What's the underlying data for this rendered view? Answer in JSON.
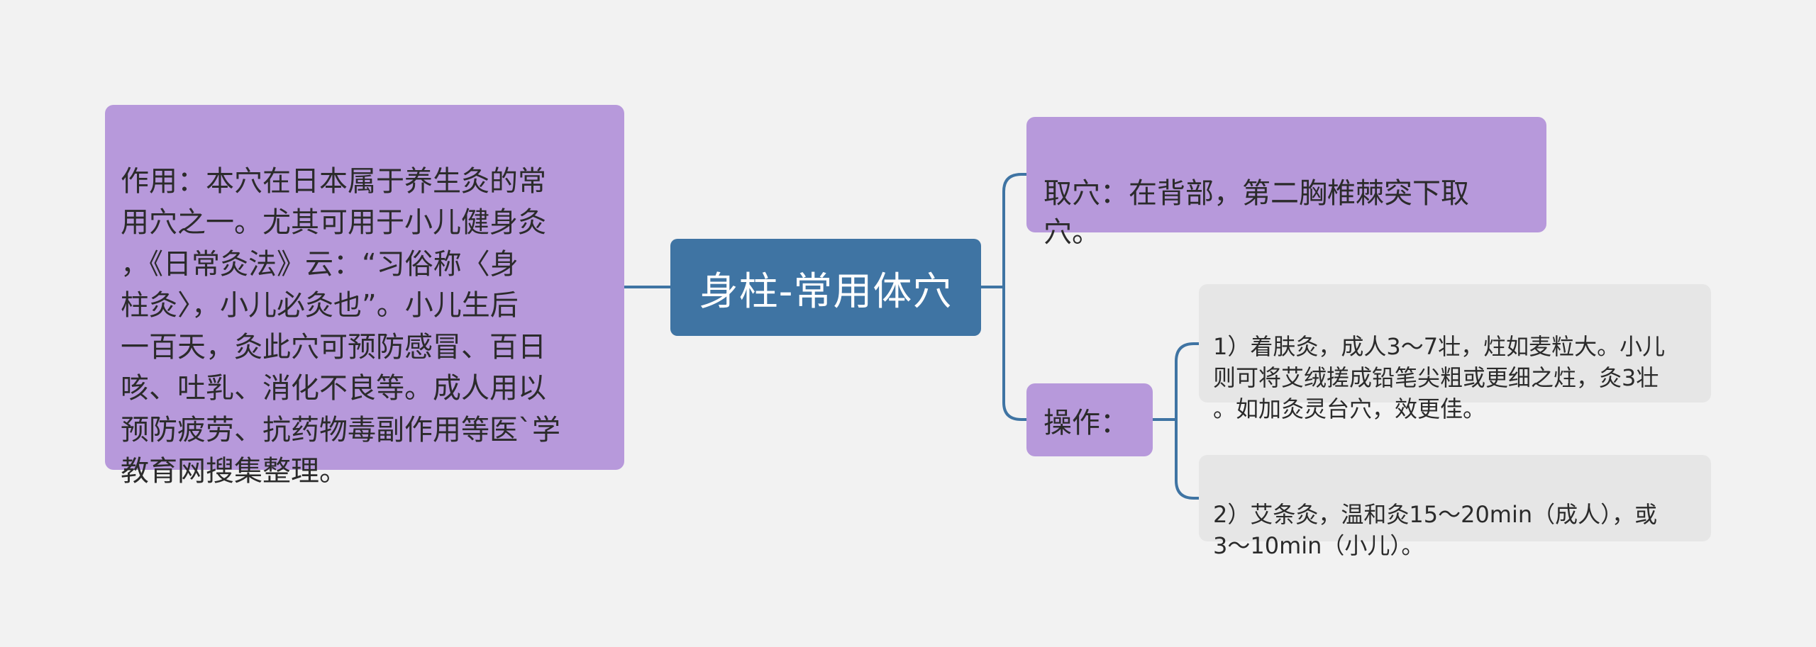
{
  "central": {
    "title": "身柱-常用体穴"
  },
  "left_topic": {
    "text": "作用：本穴在日本属于养生灸的常\n用穴之一。尤其可用于小儿健身灸\n，《日常灸法》云：“习俗称〈身\n柱灸〉，小儿必灸也”。小儿生后\n一百天，灸此穴可预防感冒、百日\n咳、吐乳、消化不良等。成人用以\n预防疲劳、抗药物毒副作用等医`学\n教育网搜集整理。"
  },
  "right_topics": {
    "quxue": "取穴：在背部，第二胸椎棘突下取\n穴。",
    "caozuo": "操作：",
    "caozuo_children": [
      "1）着肤灸，成人3～7壮，炷如麦粒大。小儿\n则可将艾绒搓成铅笔尖粗或更细之炷，灸3壮\n。如加灸灵台穴，效更佳。",
      "2）艾条灸，温和灸15～20min（成人），或\n3～10min（小儿）。"
    ]
  },
  "colors": {
    "background": "#f2f2f2",
    "central_fill": "#3f74a3",
    "topic_fill": "#b799db",
    "subtopic_fill": "#e6e6e6",
    "connector": "#3f74a3"
  }
}
